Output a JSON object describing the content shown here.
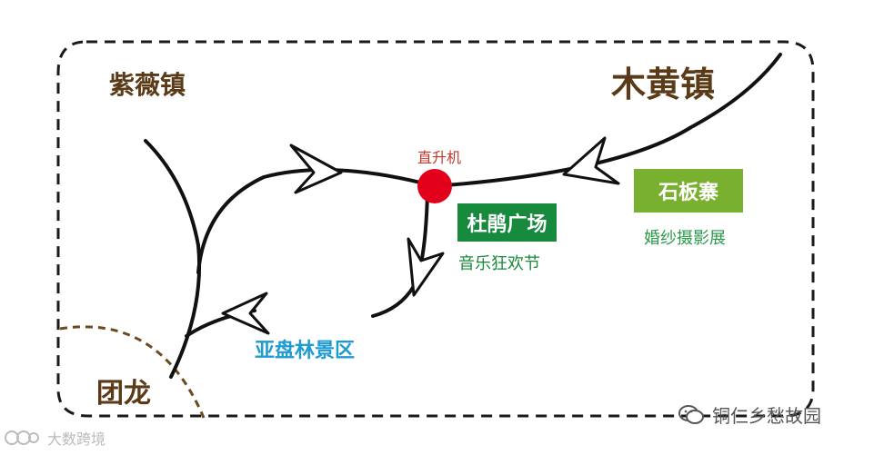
{
  "towns": {
    "ziwei": "紫薇镇",
    "muhuang": "木黄镇",
    "tuanlong": "团龙"
  },
  "places": {
    "helicopter": "直升机",
    "dupeng_square": "杜鹃广场",
    "music_festival": "音乐狂欢节",
    "shiban_village": "石板寨",
    "wedding_expo": "婚纱摄影展",
    "yapan_forest": "亚盘林景区"
  },
  "watermarks": {
    "right": "铜仁乡愁故园",
    "left": "大数跨境"
  },
  "colors": {
    "town_text": "#5a3a17",
    "helicopter_dot": "#e3001b",
    "helicopter_text": "#c0392b",
    "square_box": "#178a3e",
    "shiban_box": "#7ab02f",
    "festival_text": "#1a8a3c",
    "expo_text": "#2a9a4a",
    "forest_text": "#1e9bd0"
  }
}
